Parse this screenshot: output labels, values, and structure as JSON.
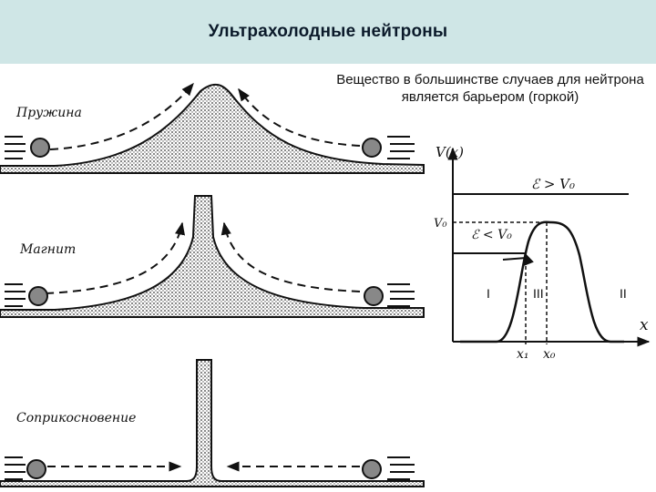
{
  "header": {
    "title": "Ультрахолодные нейтроны"
  },
  "caption": {
    "text": "Вещество в большинстве случаев для нейтрона является барьером (горкой)"
  },
  "scenarios": [
    {
      "label": "Пружина"
    },
    {
      "label": "Магнит"
    },
    {
      "label": "Соприкосновение"
    }
  ],
  "plot": {
    "ylabel": "V(x)",
    "xlabel": "x",
    "energy_high": "ℰ > V₀",
    "energy_low": "ℰ < V₀",
    "v0_label": "V₀",
    "x1_label": "x₁",
    "x0_label": "x₀",
    "region_1": "I",
    "region_3": "III",
    "region_2": "II"
  }
}
